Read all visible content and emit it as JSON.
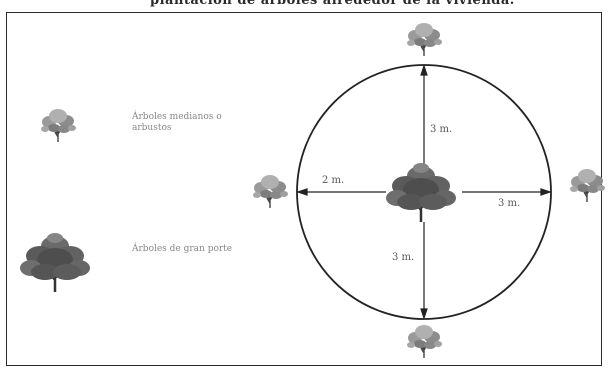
{
  "header": {
    "title": "plantación de árboles alrededor de la vivienda."
  },
  "legend": {
    "small_tree_label": "Árboles medianos o arbustos",
    "large_tree_label": "Árboles de gran porte"
  },
  "diagram": {
    "radius_label_up": "3 m.",
    "radius_label_left": "2 m.",
    "radius_label_right": "3 m.",
    "radius_label_down": "3 m."
  }
}
